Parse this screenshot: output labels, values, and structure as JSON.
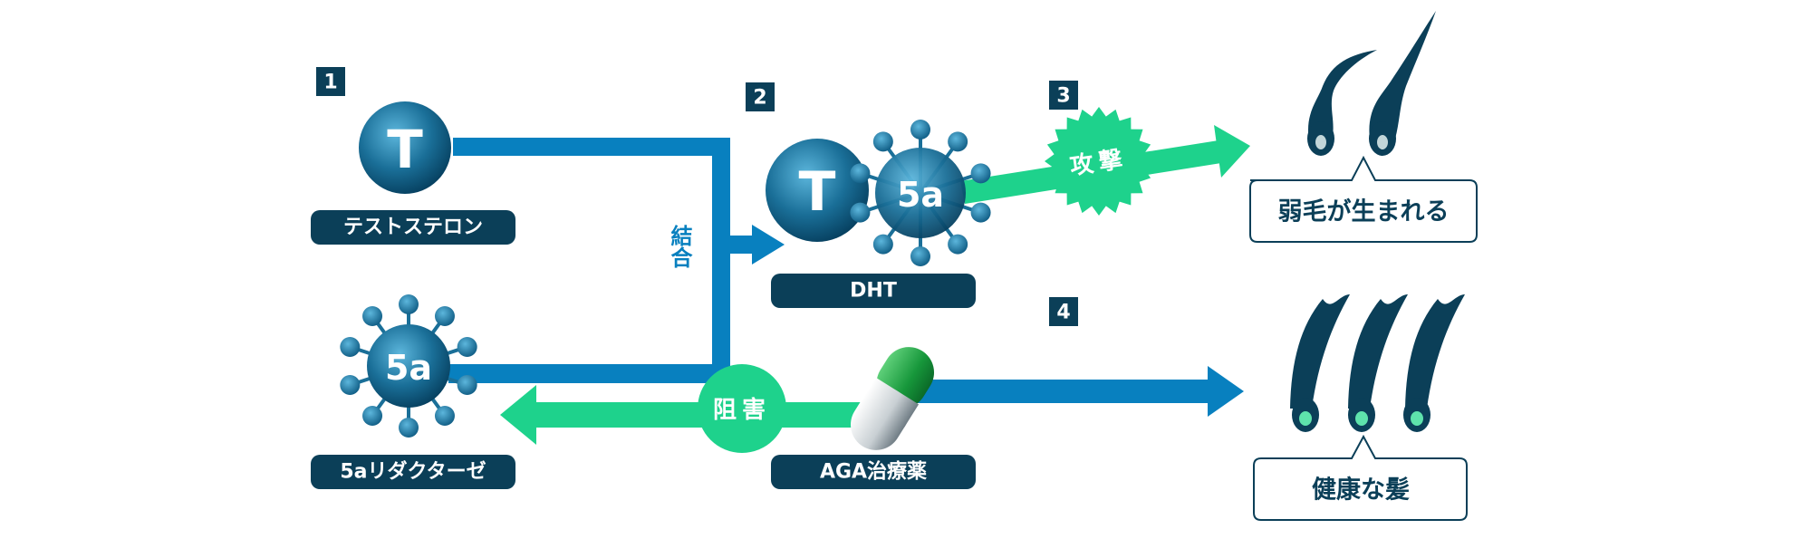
{
  "steps": [
    "1",
    "2",
    "3",
    "4"
  ],
  "molecules": {
    "testosterone": {
      "symbol": "T",
      "label": "テストステロン"
    },
    "enzyme": {
      "symbol": "5a",
      "label": "5aリダクターゼ"
    },
    "dht": {
      "symbol_t": "T",
      "symbol_5a": "5a",
      "label": "DHT"
    },
    "drug": {
      "label": "AGA治療薬"
    }
  },
  "actions": {
    "bind": "結合",
    "attack": "攻撃",
    "inhibit": "阻害"
  },
  "results": {
    "weak": "弱毛が生まれる",
    "healthy": "健康な髪"
  },
  "colors": {
    "navy": "#0b3f58",
    "blue": "#0880bf",
    "green": "#1ed28c"
  }
}
